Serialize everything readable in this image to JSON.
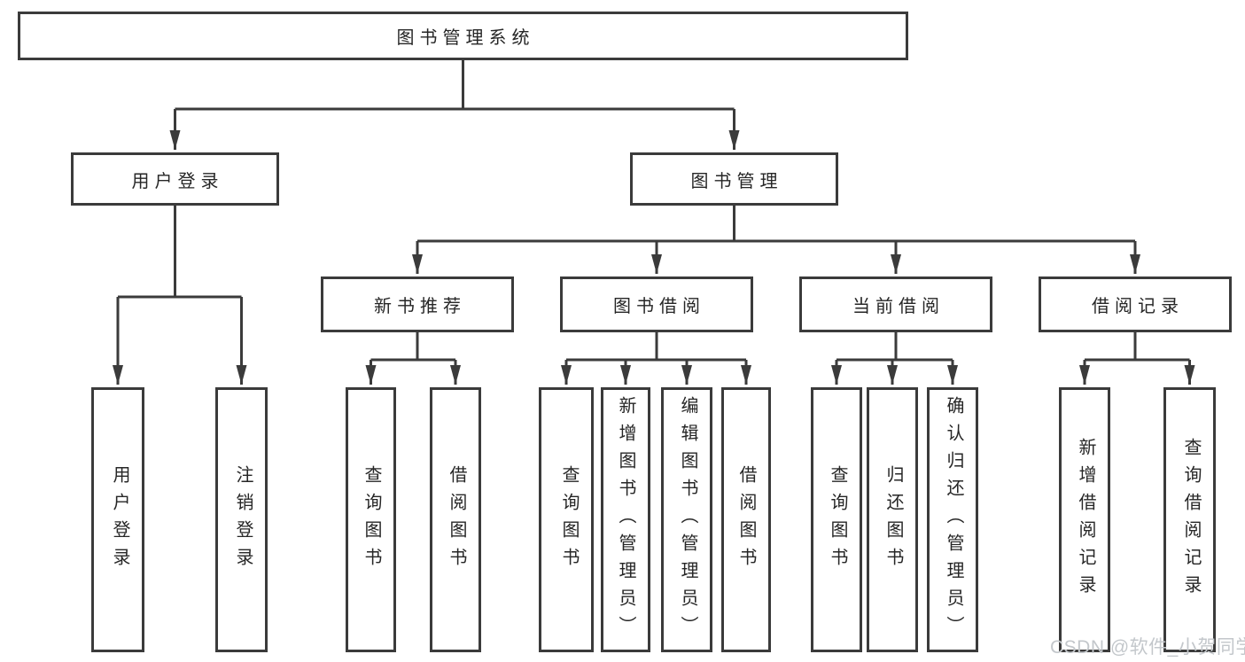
{
  "tree": {
    "root": "图书管理系统",
    "branches": [
      {
        "label": "用户登录",
        "children": [
          "用户登录",
          "注销登录"
        ]
      },
      {
        "label": "图书管理",
        "groups": [
          {
            "label": "新书推荐",
            "children": [
              "查询图书",
              "借阅图书"
            ]
          },
          {
            "label": "图书借阅",
            "children": [
              "查询图书",
              "新增图书（管理员）",
              "编辑图书（管理员）",
              "借阅图书"
            ]
          },
          {
            "label": "当前借阅",
            "children": [
              "查询图书",
              "归还图书",
              "确认归还（管理员）"
            ]
          },
          {
            "label": "借阅记录",
            "children": [
              "新增借阅记录",
              "查询借阅记录"
            ]
          }
        ]
      }
    ]
  },
  "watermark": "CSDN @软件_小贺同学",
  "colors": {
    "line": "#3b3b3b",
    "text": "#262626",
    "background": "#ffffff",
    "watermark": "#c3c7cb"
  }
}
